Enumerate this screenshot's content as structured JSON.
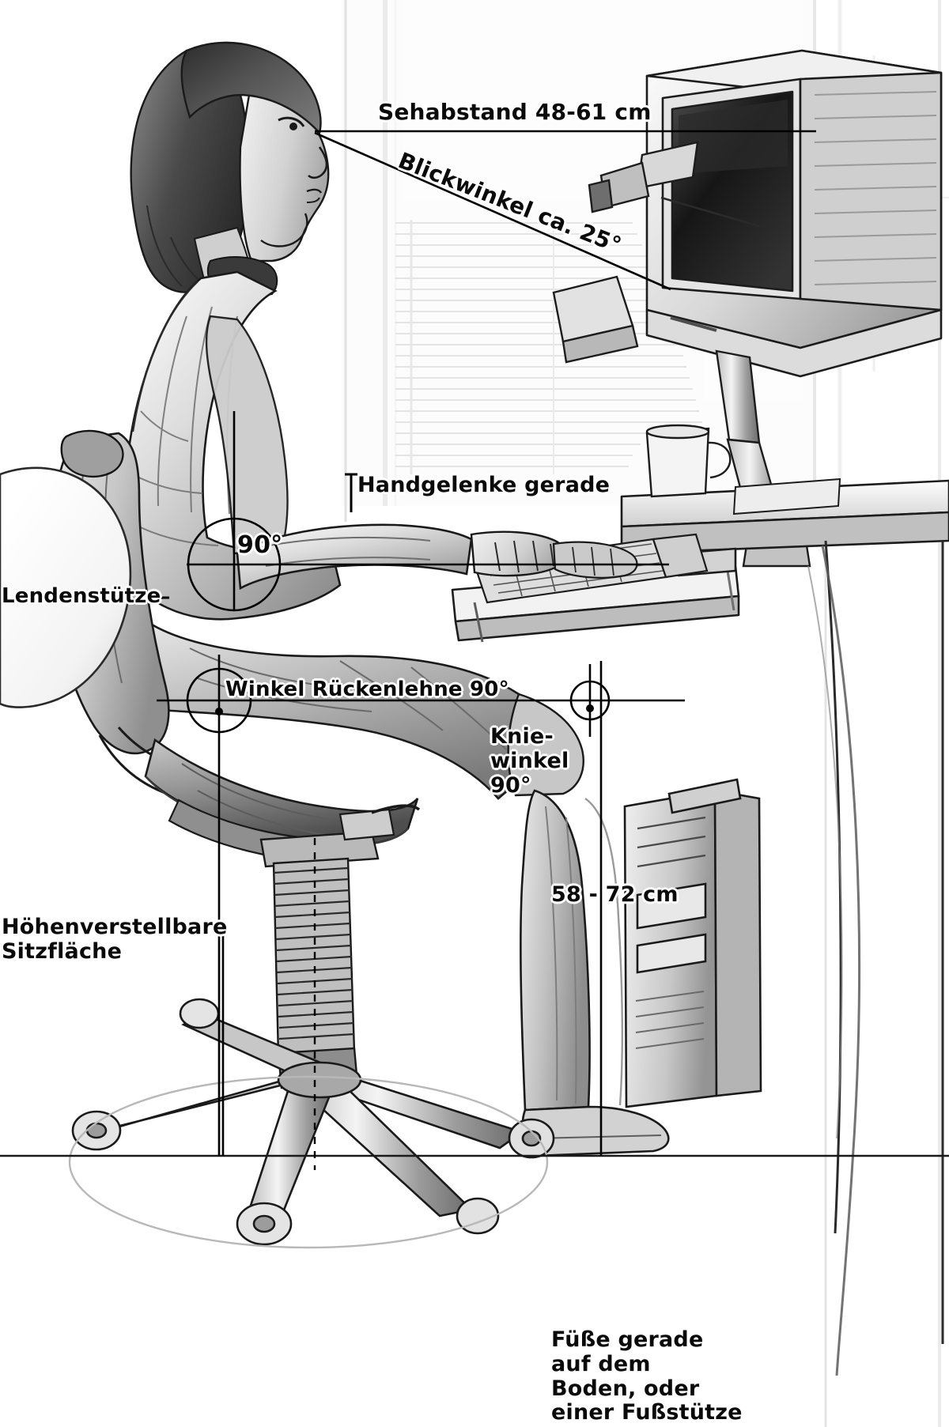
{
  "diagram": {
    "title": "Ergonomischer Computerarbeitsplatz",
    "language": "de",
    "style": "grayscale pencil illustration with bold black annotation labels",
    "background_color": "#ffffff",
    "text_color": "#0a0a0a",
    "line_color": "#000000"
  },
  "labels": {
    "viewing_distance": "Sehabstand 48-61 cm",
    "viewing_angle": "Blickwinkel ca. 25°",
    "wrists": "Handgelenke gerade",
    "elbow_angle": "90°",
    "lumbar_support": "Lendenstütze",
    "backrest_angle": "Winkel Rückenlehne 90°",
    "knee_angle": "Knie-\nwinkel\n90°",
    "desk_height": "58 - 72 cm",
    "seat_height": "Höhenverstellbare\nSitzfläche",
    "feet": "Füße gerade\nauf dem\nBoden, oder\neiner Fußstütze"
  },
  "measurements": {
    "viewing_distance_cm": "48-61",
    "viewing_angle_deg": "ca. 25",
    "elbow_angle_deg": "90",
    "backrest_angle_deg": "90",
    "knee_angle_deg": "90",
    "desk_height_cm": "58 - 72"
  },
  "scene_objects": {
    "person": "seated woman in profile, shoulder-length hair, typing",
    "chair": "height adjustable office chair with five-star caster base and gas lift cylinder",
    "monitor": "CRT monitor on articulated arm",
    "keyboard": "keyboard on pull-out tray",
    "desk": "desk with keyboard tray and cable",
    "window": "window with horizontal venetian blinds",
    "mug": "coffee mug on desk",
    "tower": "computer tower under desk"
  }
}
